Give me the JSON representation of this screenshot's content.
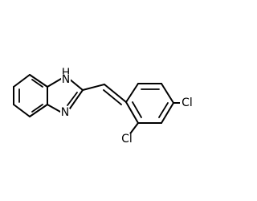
{
  "molecule": {
    "atoms": {
      "nh": "H",
      "nh_n": "N",
      "n": "N",
      "cl1": "Cl",
      "cl2": "Cl"
    }
  }
}
